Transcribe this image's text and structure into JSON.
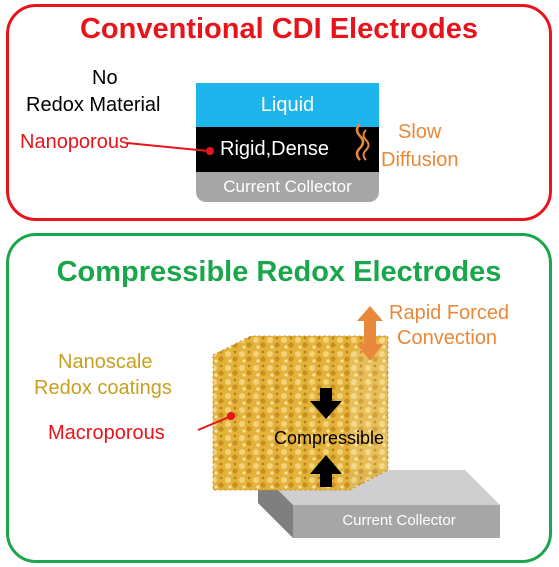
{
  "top_panel": {
    "title": "Conventional CDI Electrodes",
    "no_redox_line1": "No",
    "no_redox_line2": "Redox Material",
    "nanoporous": "Nanoporous",
    "liquid": "Liquid",
    "rigid_dense": "Rigid,Dense",
    "current_collector": "Current Collector",
    "slow_line1": "Slow",
    "slow_line2": "Diffusion"
  },
  "bottom_panel": {
    "title": "Compressible Redox Electrodes",
    "rapid_line1": "Rapid Forced",
    "rapid_line2": "Convection",
    "nanoscale_line1": "Nanoscale",
    "nanoscale_line2": "Redox coatings",
    "macroporous": "Macroporous",
    "compressible": "Compressible",
    "current_collector": "Current Collector"
  },
  "colors": {
    "red": "#e8141b",
    "green": "#1aa64a",
    "liquid_blue": "#1eb4ec",
    "orange": "#e8883a",
    "gold": "#c8a020"
  }
}
